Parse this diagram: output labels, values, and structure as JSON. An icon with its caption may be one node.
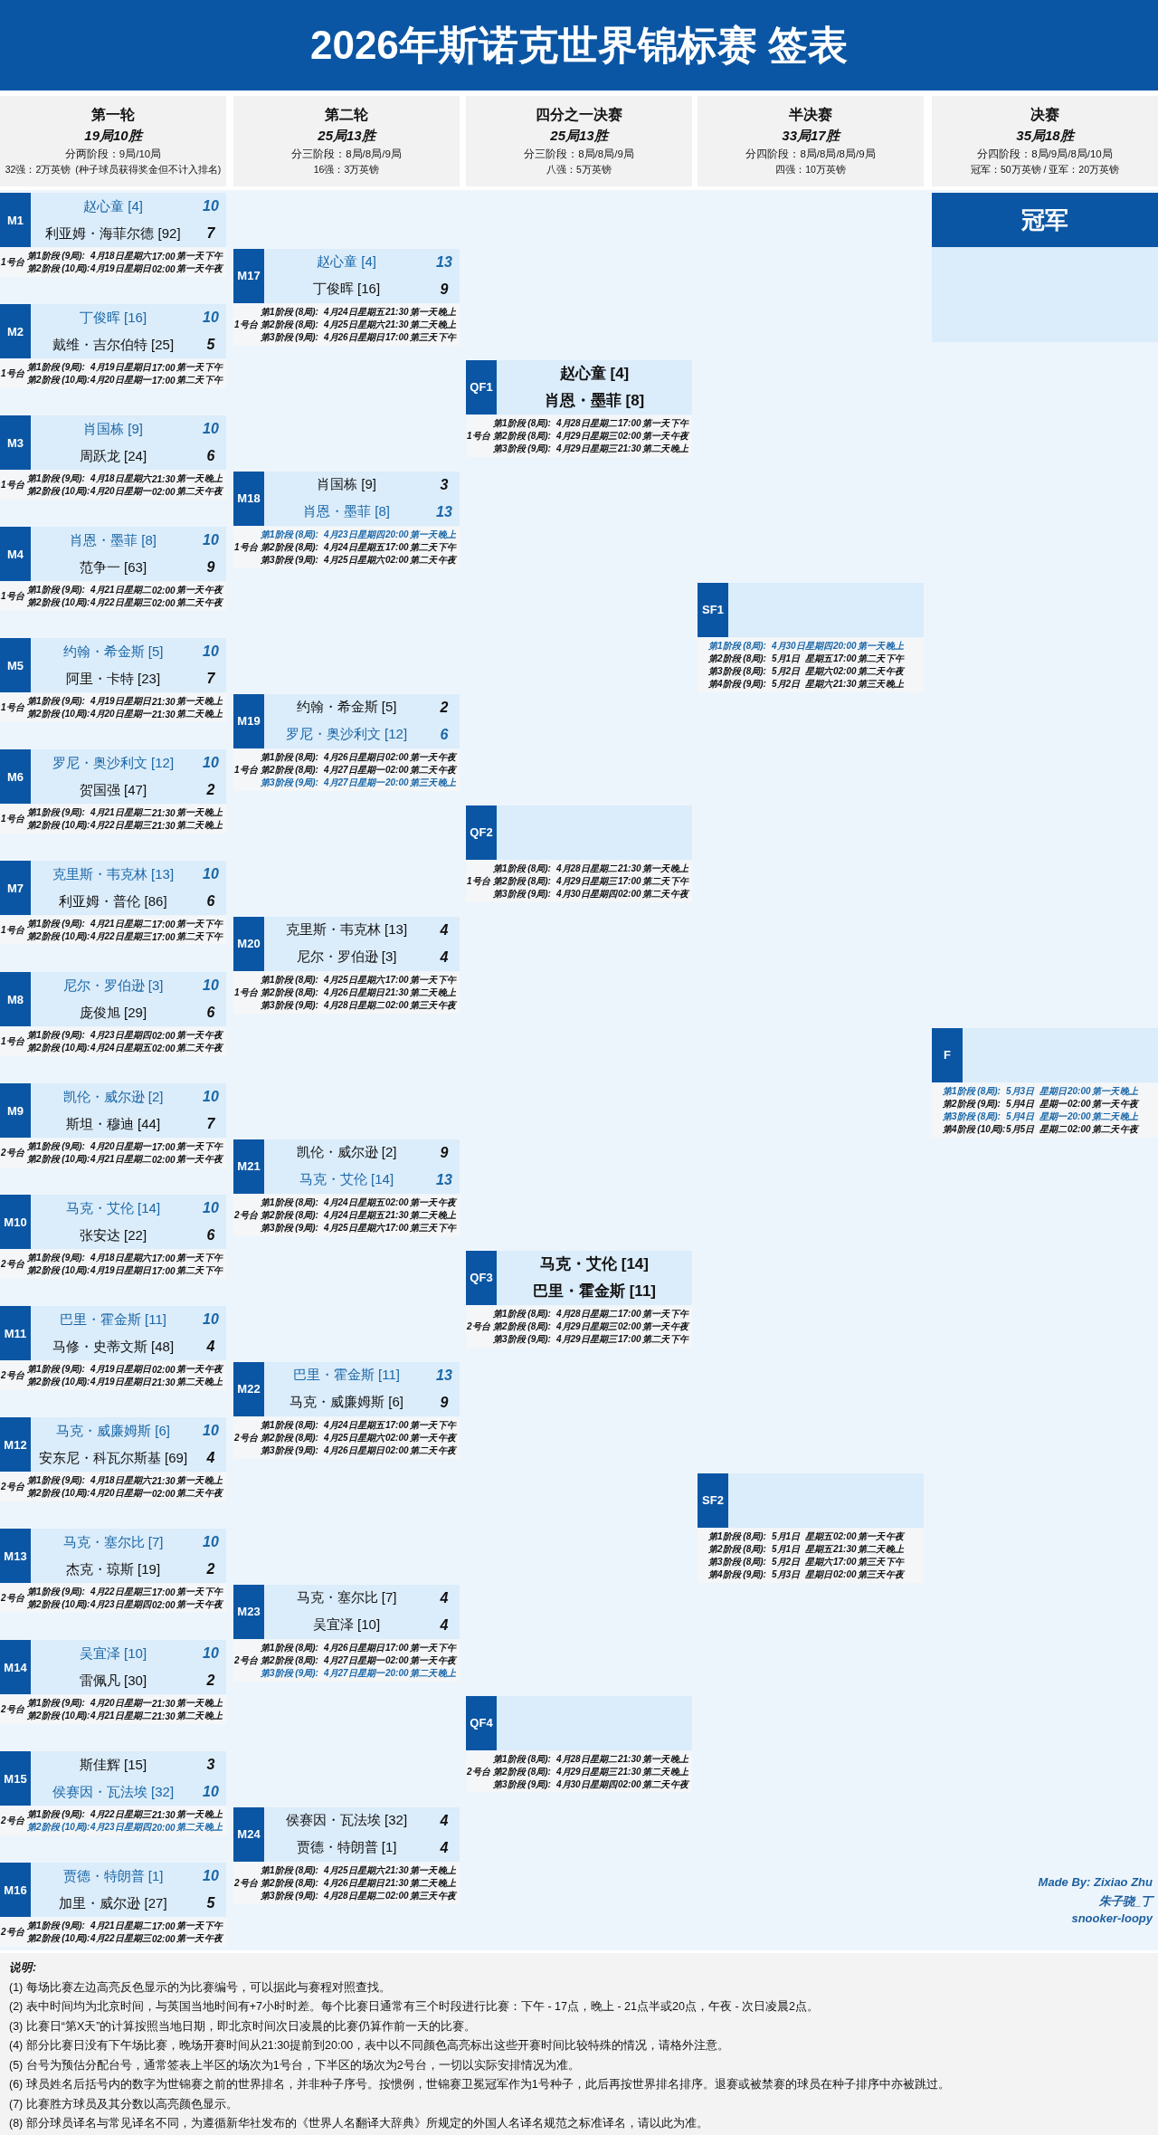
{
  "diagram": {
    "title": "2026年斯诺克世界锦标赛 签表",
    "nodes": [
      {
        "text": [
          "第一轮",
          "19局10胜",
          "分两阶段：9局/10局",
          "32强：2万英镑",
          "(种子球员获得奖金但不计入排名)"
        ]
      },
      {
        "text": [
          "第二轮",
          "25局13胜",
          "分三阶段：8局/8局/9局",
          "16强：3万英镑"
        ]
      },
      {
        "text": [
          "四分之一决赛",
          "25局13胜",
          "分三阶段：8局/8局/9局",
          "八强：5万英镑"
        ]
      },
      {
        "text": [
          "半决赛",
          "33局17胜",
          "分四阶段：8局/8局/8局/9局",
          "四强：10万英镑"
        ]
      },
      {
        "text": [
          "决赛",
          "35局18胜",
          "分四阶段：8局/9局/8局/10局",
          "冠军：50万英镑 / 亚军：20万英镑"
        ]
      },
      {
        "text": [
          "M1",
          "赵心童 [4]",
          "10",
          "利亚姆・海菲尔德 [92]",
          "7"
        ],
        "beside": [
          "1号台",
          "第1阶段 (9局):",
          "4月18日",
          "星期六",
          "17:00",
          "第一天",
          "下午",
          "第2阶段 (10局):",
          "4月19日",
          "星期日",
          "02:00",
          "第一天",
          "午夜"
        ]
      },
      {
        "text": [
          "M2",
          "丁俊晖 [16]",
          "10",
          "戴维・吉尔伯特 [25]",
          "5"
        ],
        "beside": [
          "1号台",
          "第1阶段 (9局):",
          "4月19日",
          "星期日",
          "17:00",
          "第一天",
          "下午",
          "第2阶段 (10局):",
          "4月20日",
          "星期一",
          "17:00",
          "第二天",
          "下午"
        ]
      },
      {
        "text": [
          "M3",
          "肖国栋 [9]",
          "10",
          "周跃龙 [24]",
          "6"
        ],
        "beside": [
          "1号台",
          "第1阶段 (9局):",
          "4月18日",
          "星期六",
          "21:30",
          "第一天",
          "晚上",
          "第2阶段 (10局):",
          "4月20日",
          "星期一",
          "02:00",
          "第二天",
          "午夜"
        ]
      },
      {
        "text": [
          "M4",
          "肖恩・墨菲 [8]",
          "10",
          "范争一 [63]",
          "9"
        ],
        "beside": [
          "1号台",
          "第1阶段 (9局):",
          "4月21日",
          "星期二",
          "02:00",
          "第一天",
          "午夜",
          "第2阶段 (10局):",
          "4月22日",
          "星期三",
          "02:00",
          "第二天",
          "午夜"
        ]
      },
      {
        "text": [
          "M5",
          "约翰・希金斯 [5]",
          "10",
          "阿里・卡特 [23]",
          "7"
        ],
        "beside": [
          "1号台",
          "第1阶段 (9局):",
          "4月19日",
          "星期日",
          "21:30",
          "第一天",
          "晚上",
          "第2阶段 (10局):",
          "4月20日",
          "星期一",
          "21:30",
          "第二天",
          "晚上"
        ]
      },
      {
        "text": [
          "M6",
          "罗尼・奥沙利文 [12]",
          "10",
          "贺国强 [47]",
          "2"
        ],
        "beside": [
          "1号台",
          "第1阶段 (9局):",
          "4月21日",
          "星期二",
          "21:30",
          "第一天",
          "晚上",
          "第2阶段 (10局):",
          "4月22日",
          "星期三",
          "21:30",
          "第二天",
          "晚上"
        ]
      },
      {
        "text": [
          "M7",
          "克里斯・韦克林 [13]",
          "10",
          "利亚姆・普伦 [86]",
          "6"
        ],
        "beside": [
          "1号台",
          "第1阶段 (9局):",
          "4月21日",
          "星期二",
          "17:00",
          "第一天",
          "下午",
          "第2阶段 (10局):",
          "4月22日",
          "星期三",
          "17:00",
          "第二天",
          "下午"
        ]
      },
      {
        "text": [
          "M8",
          "尼尔・罗伯逊 [3]",
          "10",
          "庞俊旭 [29]",
          "6"
        ],
        "beside": [
          "1号台",
          "第1阶段 (9局):",
          "4月23日",
          "星期四",
          "02:00",
          "第一天",
          "午夜",
          "第2阶段 (10局):",
          "4月24日",
          "星期五",
          "02:00",
          "第二天",
          "午夜"
        ]
      },
      {
        "text": [
          "M9",
          "凯伦・威尔逊 [2]",
          "10",
          "斯坦・穆迪 [44]",
          "7"
        ],
        "beside": [
          "2号台",
          "第1阶段 (9局):",
          "4月20日",
          "星期一",
          "17:00",
          "第一天",
          "下午",
          "第2阶段 (10局):",
          "4月21日",
          "星期二",
          "02:00",
          "第一天",
          "午夜"
        ]
      },
      {
        "text": [
          "M10",
          "马克・艾伦 [14]",
          "10",
          "张安达 [22]",
          "6"
        ],
        "beside": [
          "2号台",
          "第1阶段 (9局):",
          "4月18日",
          "星期六",
          "17:00",
          "第一天",
          "下午",
          "第2阶段 (10局):",
          "4月19日",
          "星期日",
          "17:00",
          "第二天",
          "下午"
        ]
      },
      {
        "text": [
          "M11",
          "巴里・霍金斯 [11]",
          "10",
          "马修・史蒂文斯 [48]",
          "4"
        ],
        "beside": [
          "2号台",
          "第1阶段 (9局):",
          "4月19日",
          "星期日",
          "02:00",
          "第一天",
          "午夜",
          "第2阶段 (10局):",
          "4月19日",
          "星期日",
          "21:30",
          "第二天",
          "晚上"
        ]
      },
      {
        "text": [
          "M12",
          "马克・威廉姆斯 [6]",
          "10",
          "安东尼・科瓦尔斯基 [69]",
          "4"
        ],
        "beside": [
          "2号台",
          "第1阶段 (9局):",
          "4月18日",
          "星期六",
          "21:30",
          "第一天",
          "晚上",
          "第2阶段 (10局):",
          "4月20日",
          "星期一",
          "02:00",
          "第二天",
          "午夜"
        ]
      },
      {
        "text": [
          "M13",
          "马克・塞尔比 [7]",
          "10",
          "杰克・琼斯 [19]",
          "2"
        ],
        "beside": [
          "2号台",
          "第1阶段 (9局):",
          "4月22日",
          "星期三",
          "17:00",
          "第一天",
          "下午",
          "第2阶段 (10局):",
          "4月23日",
          "星期四",
          "02:00",
          "第一天",
          "午夜"
        ]
      },
      {
        "text": [
          "M14",
          "吴宜泽 [10]",
          "10",
          "雷佩凡 [30]",
          "2"
        ],
        "beside": [
          "2号台",
          "第1阶段 (9局):",
          "4月20日",
          "星期一",
          "21:30",
          "第一天",
          "晚上",
          "第2阶段 (10局):",
          "4月21日",
          "星期二",
          "21:30",
          "第二天",
          "晚上"
        ]
      },
      {
        "text": [
          "M15",
          "斯佳辉 [15]",
          "3",
          "侯赛因・瓦法埃 [32]",
          "10"
        ],
        "beside": [
          "2号台",
          "第1阶段 (9局):",
          "4月22日",
          "星期三",
          "21:30",
          "第一天",
          "晚上",
          "第2阶段 (10局):",
          "4月23日",
          "星期四",
          "20:00",
          "第二天",
          "晚上"
        ]
      },
      {
        "text": [
          "M16",
          "贾德・特朗普 [1]",
          "10",
          "加里・威尔逊 [27]",
          "5"
        ],
        "beside": [
          "2号台",
          "第1阶段 (9局):",
          "4月21日",
          "星期二",
          "17:00",
          "第一天",
          "下午",
          "第2阶段 (10局):",
          "4月22日",
          "星期三",
          "02:00",
          "第一天",
          "午夜"
        ]
      },
      {
        "text": [
          "M17",
          "赵心童 [4]",
          "13",
          "丁俊晖 [16]",
          "9"
        ],
        "beside": [
          "1号台",
          "第1阶段 (8局):",
          "4月24日",
          "星期五",
          "21:30",
          "第一天",
          "晚上",
          "第2阶段 (8局):",
          "4月25日",
          "星期六",
          "21:30",
          "第二天",
          "晚上",
          "第3阶段 (9局):",
          "4月26日",
          "星期日",
          "17:00",
          "第三天",
          "下午"
        ]
      },
      {
        "text": [
          "M18",
          "肖国栋 [9]",
          "3",
          "肖恩・墨菲 [8]",
          "13"
        ],
        "beside": [
          "1号台",
          "第1阶段 (8局):",
          "4月23日",
          "星期四",
          "20:00",
          "第一天",
          "晚上",
          "第2阶段 (8局):",
          "4月24日",
          "星期五",
          "17:00",
          "第二天",
          "下午",
          "第3阶段 (9局):",
          "4月25日",
          "星期六",
          "02:00",
          "第二天",
          "午夜"
        ]
      },
      {
        "text": [
          "M19",
          "约翰・希金斯 [5]",
          "2",
          "罗尼・奥沙利文 [12]",
          "6"
        ],
        "beside": [
          "1号台",
          "第1阶段 (8局):",
          "4月26日",
          "星期日",
          "02:00",
          "第一天",
          "午夜",
          "第2阶段 (8局):",
          "4月27日",
          "星期一",
          "02:00",
          "第二天",
          "午夜",
          "第3阶段 (9局):",
          "4月27日",
          "星期一",
          "20:00",
          "第三天",
          "晚上"
        ]
      },
      {
        "text": [
          "M20",
          "克里斯・韦克林 [13]",
          "4",
          "尼尔・罗伯逊 [3]",
          "4"
        ],
        "beside": [
          "1号台",
          "第1阶段 (8局):",
          "4月25日",
          "星期六",
          "17:00",
          "第一天",
          "下午",
          "第2阶段 (8局):",
          "4月26日",
          "星期日",
          "21:30",
          "第二天",
          "晚上",
          "第3阶段 (9局):",
          "4月28日",
          "星期二",
          "02:00",
          "第三天",
          "午夜"
        ]
      },
      {
        "text": [
          "M21",
          "凯伦・威尔逊 [2]",
          "9",
          "马克・艾伦 [14]",
          "13"
        ],
        "beside": [
          "2号台",
          "第1阶段 (8局):",
          "4月24日",
          "星期五",
          "02:00",
          "第一天",
          "午夜",
          "第2阶段 (8局):",
          "4月24日",
          "星期五",
          "21:30",
          "第二天",
          "晚上",
          "第3阶段 (9局):",
          "4月25日",
          "星期六",
          "17:00",
          "第三天",
          "下午"
        ]
      },
      {
        "text": [
          "M22",
          "巴里・霍金斯 [11]",
          "13",
          "马克・威廉姆斯 [6]",
          "9"
        ],
        "beside": [
          "2号台",
          "第1阶段 (8局):",
          "4月24日",
          "星期五",
          "17:00",
          "第一天",
          "下午",
          "第2阶段 (8局):",
          "4月25日",
          "星期六",
          "02:00",
          "第一天",
          "午夜",
          "第3阶段 (9局):",
          "4月26日",
          "星期日",
          "02:00",
          "第二天",
          "午夜"
        ]
      },
      {
        "text": [
          "M23",
          "马克・塞尔比 [7]",
          "4",
          "吴宜泽 [10]",
          "4"
        ],
        "beside": [
          "2号台",
          "第1阶段 (8局):",
          "4月26日",
          "星期日",
          "17:00",
          "第一天",
          "下午",
          "第2阶段 (8局):",
          "4月27日",
          "星期一",
          "02:00",
          "第一天",
          "午夜",
          "第3阶段 (9局):",
          "4月27日",
          "星期一",
          "20:00",
          "第二天",
          "晚上"
        ]
      },
      {
        "text": [
          "M24",
          "侯赛因・瓦法埃 [32]",
          "4",
          "贾德・特朗普 [1]",
          "4"
        ],
        "beside": [
          "2号台",
          "第1阶段 (8局):",
          "4月25日",
          "星期六",
          "21:30",
          "第一天",
          "晚上",
          "第2阶段 (8局):",
          "4月26日",
          "星期日",
          "21:30",
          "第二天",
          "晚上",
          "第3阶段 (9局):",
          "4月28日",
          "星期二",
          "02:00",
          "第三天",
          "午夜"
        ]
      },
      {
        "text": [
          "QF1",
          "赵心童 [4]",
          "肖恩・墨菲 [8]"
        ],
        "beside": [
          "1号台",
          "第1阶段 (8局):",
          "4月28日",
          "星期二",
          "17:00",
          "第一天",
          "下午",
          "第2阶段 (8局):",
          "4月29日",
          "星期三",
          "02:00",
          "第一天",
          "午夜",
          "第3阶段 (9局):",
          "4月29日",
          "星期三",
          "21:30",
          "第二天",
          "晚上"
        ]
      },
      {
        "text": [
          "QF2"
        ],
        "beside": [
          "1号台",
          "第1阶段 (8局):",
          "4月28日",
          "星期二",
          "21:30",
          "第一天",
          "晚上",
          "第2阶段 (8局):",
          "4月29日",
          "星期三",
          "17:00",
          "第二天",
          "下午",
          "第3阶段 (9局):",
          "4月30日",
          "星期四",
          "02:00",
          "第二天",
          "午夜"
        ]
      },
      {
        "text": [
          "QF3",
          "马克・艾伦 [14]",
          "巴里・霍金斯 [11]"
        ],
        "beside": [
          "2号台",
          "第1阶段 (8局):",
          "4月28日",
          "星期二",
          "17:00",
          "第一天",
          "下午",
          "第2阶段 (8局):",
          "4月29日",
          "星期三",
          "02:00",
          "第一天",
          "午夜",
          "第3阶段 (9局):",
          "4月29日",
          "星期三",
          "17:00",
          "第二天",
          "下午"
        ]
      },
      {
        "text": [
          "QF4"
        ],
        "beside": [
          "2号台",
          "第1阶段 (8局):",
          "4月28日",
          "星期二",
          "21:30",
          "第一天",
          "晚上",
          "第2阶段 (8局):",
          "4月29日",
          "星期三",
          "21:30",
          "第二天",
          "晚上",
          "第3阶段 (9局):",
          "4月30日",
          "星期四",
          "02:00",
          "第二天",
          "午夜"
        ]
      },
      {
        "text": [
          "SF1"
        ],
        "beside": [
          "第1阶段 (8局):",
          "4月30日",
          "星期四",
          "20:00",
          "第一天",
          "晚上",
          "第2阶段 (8局):",
          "5月1日",
          "星期五",
          "17:00",
          "第二天",
          "下午",
          "第3阶段 (8局):",
          "5月2日",
          "星期六",
          "02:00",
          "第二天",
          "午夜",
          "第4阶段 (9局):",
          "5月2日",
          "星期六",
          "21:30",
          "第三天",
          "晚上"
        ]
      },
      {
        "text": [
          "SF2"
        ],
        "beside": [
          "第1阶段 (8局):",
          "5月1日",
          "星期五",
          "02:00",
          "第一天",
          "午夜",
          "第2阶段 (8局):",
          "5月1日",
          "星期五",
          "21:30",
          "第二天",
          "晚上",
          "第3阶段 (8局):",
          "5月2日",
          "星期六",
          "17:00",
          "第三天",
          "下午",
          "第4阶段 (9局):",
          "5月3日",
          "星期日",
          "02:00",
          "第三天",
          "午夜"
        ]
      },
      {
        "text": [
          "F"
        ],
        "beside": [
          "第1阶段 (8局):",
          "5月3日",
          "星期日",
          "20:00",
          "第一天",
          "晚上",
          "第2阶段 (9局):",
          "5月4日",
          "星期一",
          "02:00",
          "第一天",
          "午夜",
          "第3阶段 (8局):",
          "5月4日",
          "星期一",
          "20:00",
          "第二天",
          "晚上",
          "第4阶段 (10局):",
          "5月5日",
          "星期二",
          "02:00",
          "第二天",
          "午夜"
        ]
      },
      {
        "text": [
          "冠军"
        ]
      }
    ],
    "labels": [
      "说明:",
      "(1) 每场比赛左边高亮反色显示的为比赛编号，可以据此与赛程对照查找。",
      "(2) 表中时间均为北京时间，与英国当地时间有+7小时时差。每个比赛日通常有三个时段进行比赛：下午 - 17点，晚上 - 21点半或20点，午夜 - 次日凌晨2点。",
      "(3) 比赛日“第X天”的计算按照当地日期，即北京时间次日凌晨的比赛仍算作前一天的比赛。",
      "(4) 部分比赛日没有下午场比赛，晚场开赛时间从21:30提前到20:00，表中以不同颜色高亮标出这些开赛时间比较特殊的情况，请格外注意。",
      "(5) 台号为预估分配台号，通常签表上半区的场次为1号台，下半区的场次为2号台，一切以实际安排情况为准。",
      "(6) 球员姓名后括号内的数字为世锦赛之前的世界排名，并非种子序号。按惯例，世锦赛卫冕冠军作为1号种子，此后再按世界排名排序。退赛或被禁赛的球员在种子排序中亦被跳过。",
      "(7) 比赛胜方球员及其分数以高亮颜色显示。",
      "(8) 部分球员译名与常见译名不同，为遵循新华社发布的《世界人名翻译大辞典》所规定的外国人名译名规范之标准译名，请以此为准。",
      "Made By: Zixiao Zhu",
      "朱子骁_丁",
      "snooker-loopy"
    ]
  }
}
